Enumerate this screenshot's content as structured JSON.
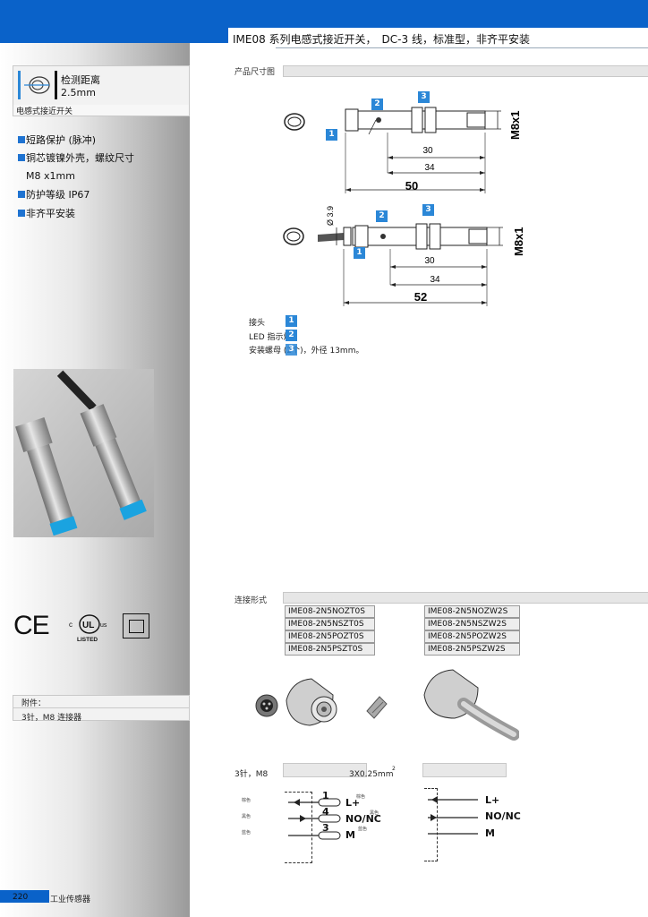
{
  "header": {
    "title": "IME08 系列电感式接近开关，　DC-3 线，标准型，非齐平安装"
  },
  "sidebar": {
    "range_label": "检测距离",
    "range_value": "2.5mm",
    "category": "电感式接近开关",
    "features": [
      "短路保护 (脉冲)",
      "铜芯镀镍外壳，螺纹尺寸",
      "M8 x1mm",
      "防护等级 IP67",
      "非齐平安装"
    ],
    "cert_ce": "CE",
    "cert_ul_c": "c",
    "cert_ul": "UL",
    "cert_ul_us": "us",
    "cert_listed": "LISTED",
    "accessory_label": "附件：",
    "accessory_value": "3针，M8 连接器"
  },
  "dimensions": {
    "section_label": "产品尺寸图",
    "thread": "M8x1",
    "d1": {
      "a": "30",
      "b": "34",
      "total": "50"
    },
    "d2": {
      "dia": "Ø 3.9",
      "a": "30",
      "b": "34",
      "total": "52"
    },
    "tags": [
      "1",
      "2",
      "3"
    ],
    "legend": [
      {
        "tag": "1",
        "text": "接头"
      },
      {
        "tag": "2",
        "text": "LED 指示灯"
      },
      {
        "tag": "3",
        "text": "安装螺母 (2个)，外径 13mm。"
      }
    ]
  },
  "connection": {
    "section_label": "连接形式",
    "models_left": [
      "IME08-2N5NOZT0S",
      "IME08-2N5NSZT0S",
      "IME08-2N5POZT0S",
      "IME08-2N5PSZT0S"
    ],
    "models_right": [
      "IME08-2N5NOZW2S",
      "IME08-2N5NSZW2S",
      "IME08-2N5POZW2S",
      "IME08-2N5PSZW2S"
    ],
    "wiring_left_label": "3针，M8",
    "wiring_cable_label": "3X0.25mm",
    "wiring_cable_sup": "2",
    "pins": [
      "1",
      "4",
      "3"
    ],
    "terms": [
      "L+",
      "NO/NC",
      "M"
    ],
    "wire_colors": [
      "棕色",
      "黑色",
      "蓝色"
    ]
  },
  "footer": {
    "page_number": "220",
    "book": "工业传感器"
  },
  "colors": {
    "brand_blue": "#0a62c9",
    "tag_blue": "#2b87d7",
    "cap_blue": "#1aa3e0"
  }
}
